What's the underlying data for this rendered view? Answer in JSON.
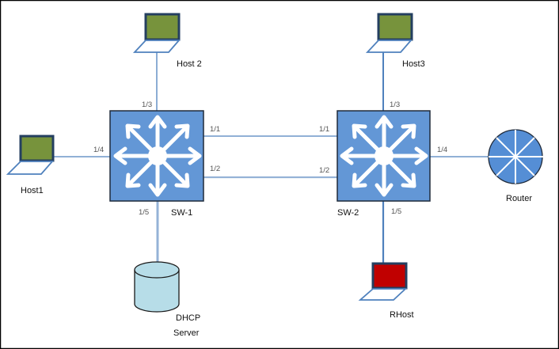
{
  "diagram": {
    "type": "network-topology",
    "colors": {
      "switch_fill": "#6397d6",
      "switch_border": "#1f2a3a",
      "laptop_screen_host": "#77933c",
      "laptop_screen_rhost": "#c00000",
      "laptop_frame": "#243f60",
      "link": "#4f81bd",
      "link_light": "#95b3d7",
      "router_fill": "#558ed5",
      "db_fill": "#b7dde8"
    },
    "nodes": {
      "host1": {
        "label": "Host1",
        "type": "laptop"
      },
      "host2": {
        "label": "Host 2",
        "type": "laptop"
      },
      "host3": {
        "label": "Host3",
        "type": "laptop"
      },
      "rhost": {
        "label": "RHost",
        "type": "laptop"
      },
      "sw1": {
        "label": "SW-1",
        "type": "switch"
      },
      "sw2": {
        "label": "SW-2",
        "type": "switch"
      },
      "router": {
        "label": "Router",
        "type": "router"
      },
      "dhcp": {
        "label_line1": "DHCP",
        "label_line2": "Server",
        "type": "database"
      }
    },
    "links": [
      {
        "from": "host2",
        "to": "sw1",
        "port": "1/3"
      },
      {
        "from": "host1",
        "to": "sw1",
        "port": "1/4"
      },
      {
        "from": "sw1",
        "to": "dhcp",
        "port": "1/5"
      },
      {
        "from": "sw1",
        "to": "sw2",
        "port_a": "1/1",
        "port_b": "1/1"
      },
      {
        "from": "sw1",
        "to": "sw2",
        "port_a": "1/2",
        "port_b": "1/2"
      },
      {
        "from": "host3",
        "to": "sw2",
        "port": "1/3"
      },
      {
        "from": "sw2",
        "to": "router",
        "port": "1/4"
      },
      {
        "from": "sw2",
        "to": "rhost",
        "port": "1/5"
      }
    ]
  }
}
